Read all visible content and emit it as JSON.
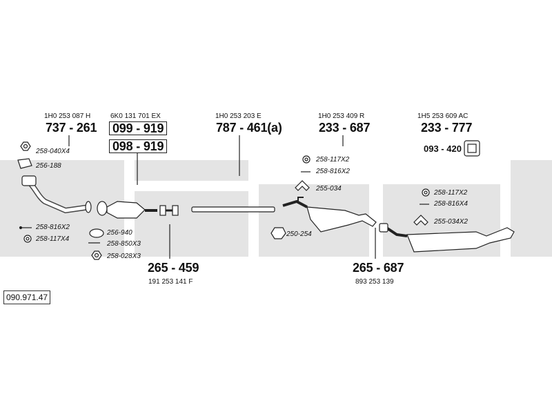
{
  "sections": [
    {
      "oem": "1H0 253 087 H",
      "part": "737 - 261"
    },
    {
      "oem": "6K0 131 701 EX",
      "part": "099 - 919",
      "part_alt": "098 - 919"
    },
    {
      "oem": "1H0 253 203 E",
      "part": "787 - 461(a)"
    },
    {
      "oem": "1H0 253 409 R",
      "part": "233 - 687"
    },
    {
      "oem": "1H5 253 609 AC",
      "part": "233 - 777",
      "part_alt": "093 - 420"
    }
  ],
  "bottom_parts": [
    {
      "part": "265 - 459",
      "oem": "191 253 141 F"
    },
    {
      "part": "265 - 687",
      "oem": "893 253 139"
    }
  ],
  "fittings": {
    "s1_nut": "258-040X4",
    "s1_gasket": "256-188",
    "s1_bolt": "258-816X2",
    "s1_washer": "258-117X4",
    "cat_gasket": "256-940",
    "cat_bolt": "258-850X3",
    "cat_nut": "258-028X3",
    "mid_washer": "258-117X2",
    "mid_bolt": "258-816X2",
    "mid_hanger": "255-034",
    "mid_clamp": "250-254",
    "rear_washer": "258-117X2",
    "rear_bolt": "258-816X4",
    "rear_hanger": "255-034X2"
  },
  "reference": "090.971.47"
}
